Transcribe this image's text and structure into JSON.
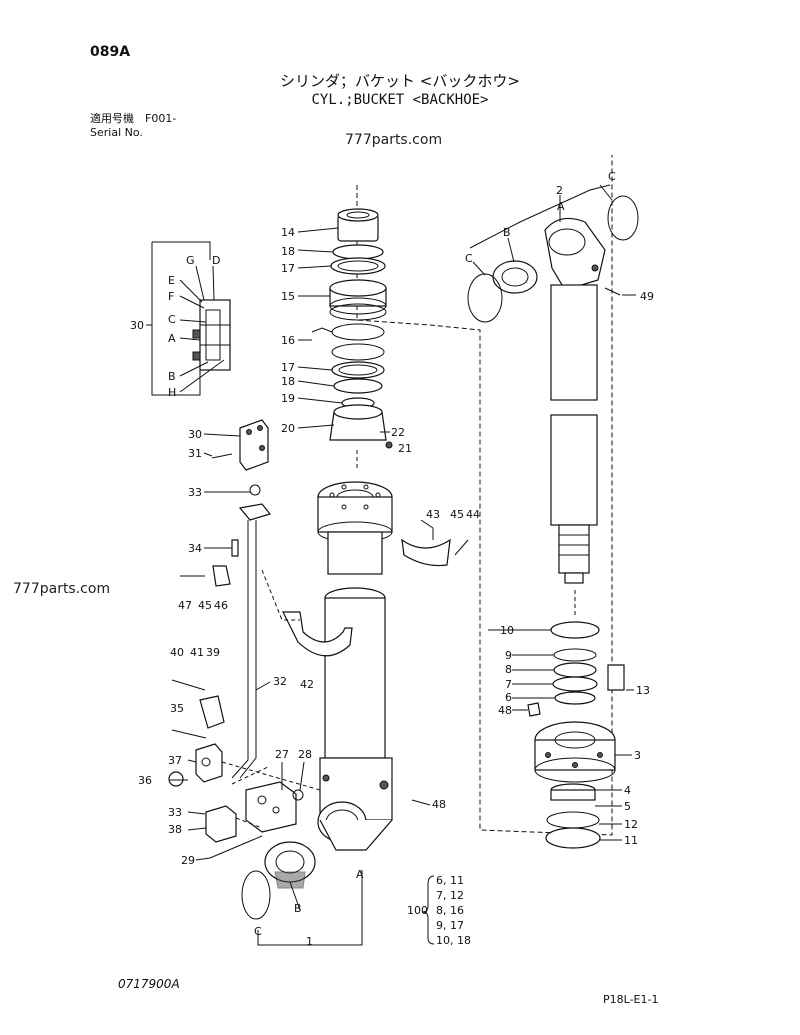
{
  "header": {
    "page_code": "089A",
    "title_jp": "シリンダ；バケット <バックホウ>",
    "title_en": "CYL.;BUCKET <BACKHOE>",
    "serial_jp": "適用号機　F001-",
    "serial_en": "Serial No."
  },
  "watermarks": [
    "777parts.com",
    "777parts.com"
  ],
  "footer": {
    "left_code": "0717900A",
    "right_code": "P18L-E1-1"
  },
  "callouts": {
    "n1": "1",
    "n2": "2",
    "n3": "3",
    "n4": "4",
    "n5": "5",
    "n6": "6",
    "n7": "7",
    "n8": "8",
    "n9": "9",
    "n10": "10",
    "n11": "11",
    "n12": "12",
    "n13": "13",
    "n14": "14",
    "n15": "15",
    "n16": "16",
    "n17a": "17",
    "n17b": "17",
    "n18a": "18",
    "n18b": "18",
    "n19": "19",
    "n20": "20",
    "n21": "21",
    "n22": "22",
    "n27": "27",
    "n28": "28",
    "n29": "29",
    "n30a": "30",
    "n30b": "30",
    "n31": "31",
    "n32": "32",
    "n33a": "33",
    "n33b": "33",
    "n34": "34",
    "n35": "35",
    "n36": "36",
    "n37": "37",
    "n38": "38",
    "n39": "39",
    "n40": "40",
    "n41": "41",
    "n42": "42",
    "n43": "43",
    "n44": "44",
    "n45a": "45",
    "n45b": "45",
    "n46": "46",
    "n47": "47",
    "n48a": "48",
    "n48b": "48",
    "n49": "49",
    "lA1": "A",
    "lA2": "A",
    "lA3": "A",
    "lB1": "B",
    "lB2": "B",
    "lB3": "B",
    "lC1": "C",
    "lC2": "C",
    "lC3": "C",
    "lC4": "C",
    "lD": "D",
    "lE": "E",
    "lF": "F",
    "lG": "G",
    "lH": "H"
  },
  "kit": {
    "number": "100",
    "items": [
      "6, 11",
      "7, 12",
      "8, 16",
      "9, 17",
      "10, 18"
    ]
  }
}
